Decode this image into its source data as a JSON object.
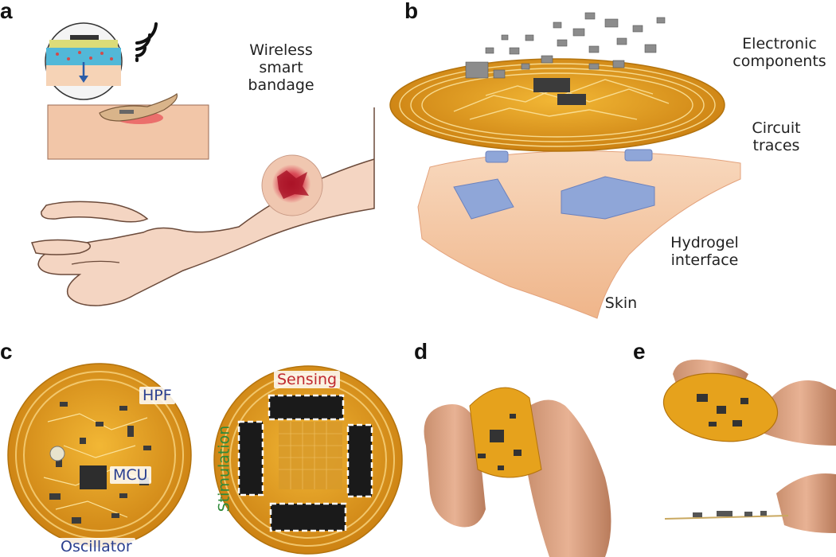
{
  "panels": {
    "a": "a",
    "b": "b",
    "c": "c",
    "d": "d",
    "e": "e"
  },
  "panel_a": {
    "label": [
      "Wireless",
      "smart",
      "bandage"
    ]
  },
  "panel_b": {
    "labels": {
      "electronic": [
        "Electronic",
        "components"
      ],
      "circuit": [
        "Circuit",
        "traces"
      ],
      "hydrogel": [
        "Hydrogel",
        "interface"
      ],
      "skin": "Skin"
    }
  },
  "panel_c": {
    "left_tags": {
      "hpf": "HPF",
      "mcu": "MCU",
      "oscillator": "Oscillator"
    },
    "right_tags": {
      "sensing": "Sensing",
      "stimulation": "Stimulation"
    }
  },
  "colors": {
    "tag_blue": "#2b3f8f",
    "tag_red": "#c0292f",
    "tag_green": "#2e8a3a",
    "gold": "#e6a21c",
    "skin": "#f3c8a4",
    "hydrogel": "#8fa6d8"
  }
}
